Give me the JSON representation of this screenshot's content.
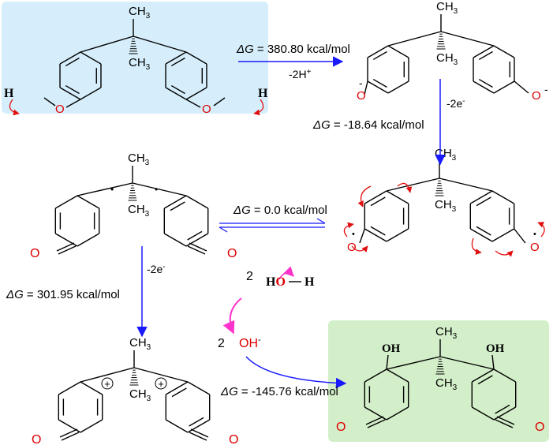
{
  "colors": {
    "reaction_arrow": "#1a1aff",
    "curly_arrow": "#e01010",
    "water_arrow": "#ff33cc",
    "heteroatom": "#dd0000",
    "bond": "#000000",
    "reactant_box": "#d6eefb",
    "product_box": "#d3efc9"
  },
  "steps": {
    "deprotonation": {
      "dg_symbol": "ΔG",
      "dg_value": " = 380.80 kcal/mol",
      "condition": "-2H",
      "condition_sup": "+"
    },
    "oxidation1": {
      "dg_symbol": "ΔG",
      "dg_value": " = -18.64 kcal/mol",
      "condition": "-2e",
      "condition_sup": "-"
    },
    "resonance": {
      "dg_symbol": "ΔG",
      "dg_value": " = 0.0 kcal/mol"
    },
    "oxidation2": {
      "dg_symbol": "ΔG",
      "dg_value": " = 301.95 kcal/mol",
      "condition": "-2e",
      "condition_sup": "-"
    },
    "hydroxylation": {
      "dg_symbol": "ΔG",
      "dg_value": " = -145.76 kcal/mol"
    }
  },
  "water": {
    "coefficient": "2",
    "H1": "H",
    "O": "O",
    "H2": "H"
  },
  "hydroxide": {
    "coefficient": "2",
    "formula": "OH",
    "charge": "-"
  },
  "atoms": {
    "methyl": "CH",
    "methyl_sub": "3",
    "hydroxyl_H": "H",
    "oxygen": "O",
    "hydroxy": "OH",
    "minus": "-",
    "plus": "+",
    "radical_dot": "•"
  }
}
